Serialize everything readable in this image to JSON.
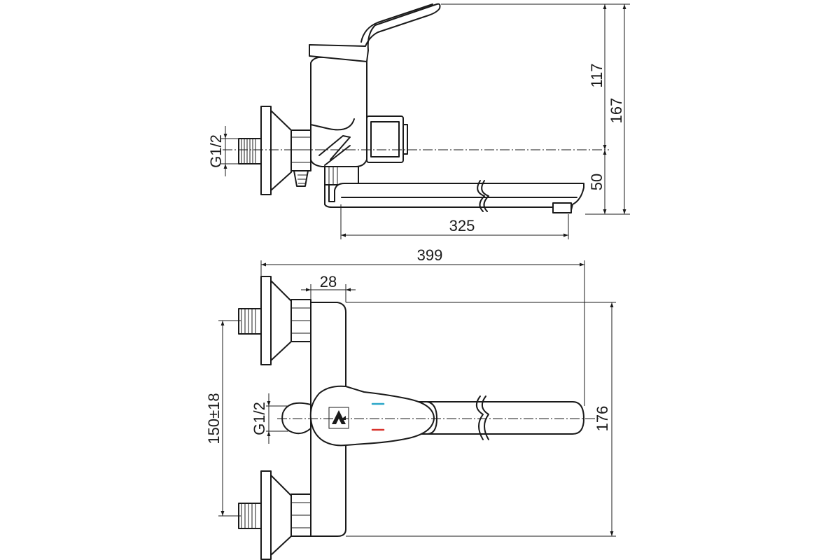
{
  "side_view": {
    "dimensions": {
      "thread": "G1/2",
      "height_upper": "117",
      "height_total": "167",
      "spout_height": "50",
      "spout_length": "325"
    }
  },
  "front_view": {
    "dimensions": {
      "overall_length": "399",
      "body_offset": "28",
      "inlet_spacing": "150±18",
      "thread": "G1/2",
      "height": "176"
    },
    "indicators": {
      "cold_color": "#2aa6c8",
      "hot_color": "#d8322c"
    }
  }
}
